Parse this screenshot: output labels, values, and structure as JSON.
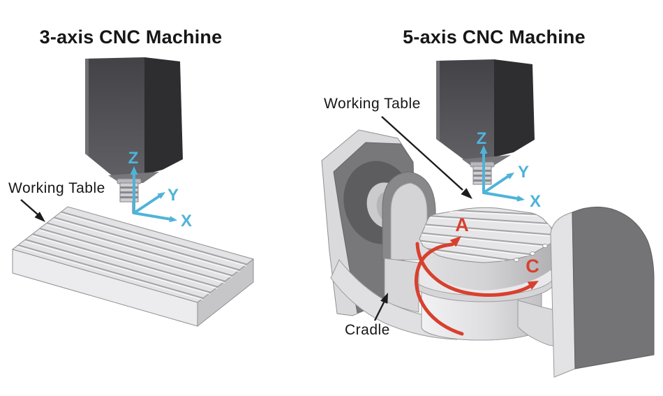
{
  "colors": {
    "axis_color": "#4fb3d9",
    "rotary_axis_color": "#d8402e",
    "text_color": "#161616",
    "machine_dark": "#4a4a4f",
    "machine_light": "#e3e3e5"
  },
  "left_panel": {
    "title": "3-axis CNC Machine",
    "working_table_label": "Working Table",
    "axis_x": "X",
    "axis_y": "Y",
    "axis_z": "Z"
  },
  "right_panel": {
    "title": "5-axis CNC Machine",
    "working_table_label": "Working Table",
    "cradle_label": "Cradle",
    "axis_x": "X",
    "axis_y": "Y",
    "axis_z": "Z",
    "rotary_axis_a": "A",
    "rotary_axis_c": "C"
  }
}
